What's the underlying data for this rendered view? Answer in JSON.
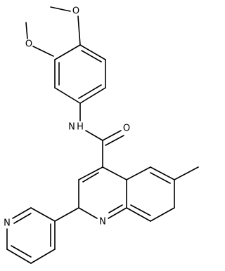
{
  "atoms": {
    "o_methoxy_top": "O",
    "o_methoxy_left": "O",
    "n_amide": "N",
    "h_amide": "H",
    "o_carbonyl": "O",
    "n_quinoline": "N",
    "n_pyridine": "N"
  }
}
